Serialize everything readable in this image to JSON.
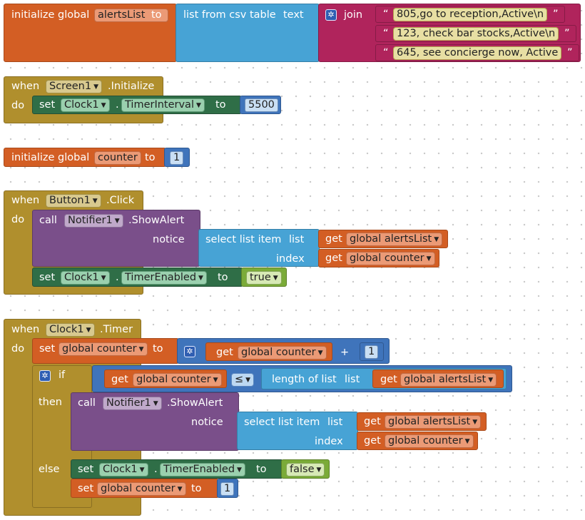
{
  "b1": {
    "init_global": "initialize global",
    "name": "alertsList",
    "to": "to",
    "list_from_csv": "list from csv table",
    "text": "text",
    "join": "join",
    "strings": [
      "805,go to reception,Active\\n",
      "123, check bar stocks,Active\\n",
      "645, see concierge now, Active"
    ]
  },
  "b2": {
    "when": "when",
    "component": "Screen1",
    "event": ".Initialize",
    "do": "do",
    "set": "set",
    "target": "Clock1",
    "dot": ".",
    "prop": "TimerInterval",
    "to": "to",
    "value": "5500"
  },
  "b3": {
    "init_global": "initialize global",
    "name": "counter",
    "to": "to",
    "value": "1"
  },
  "b4": {
    "when": "when",
    "component": "Button1",
    "event": ".Click",
    "do": "do",
    "call": "call",
    "notifier": "Notifier1",
    "method": ".ShowAlert",
    "notice": "notice",
    "select_list_item": "select list item",
    "list": "list",
    "index": "index",
    "get": "get",
    "list_var": "global alertsList",
    "index_var": "global counter",
    "set": "set",
    "clock": "Clock1",
    "dot": ".",
    "prop": "TimerEnabled",
    "to": "to",
    "bool": "true"
  },
  "b5": {
    "when": "when",
    "component": "Clock1",
    "event": ".Timer",
    "do": "do",
    "set": "set",
    "counter_var": "global counter",
    "to": "to",
    "get": "get",
    "plus": "+",
    "one": "1",
    "if": "if",
    "compare_op": "≤",
    "length_of_list": "length of list",
    "list": "list",
    "list_var": "global alertsList",
    "then": "then",
    "call": "call",
    "notifier": "Notifier1",
    "method": ".ShowAlert",
    "notice": "notice",
    "select_list_item": "select list item",
    "index": "index",
    "else": "else",
    "clock": "Clock1",
    "dot": ".",
    "prop": "TimerEnabled",
    "bool": "false"
  },
  "colors": {
    "variables": "#d35e24",
    "events": "#b08f2d",
    "component_setters": "#2f6e47",
    "lists": "#47a3d5",
    "text": "#b0245c",
    "method_call": "#7a4f8a",
    "math": "#3f74bb",
    "logic": "#7bab38"
  }
}
